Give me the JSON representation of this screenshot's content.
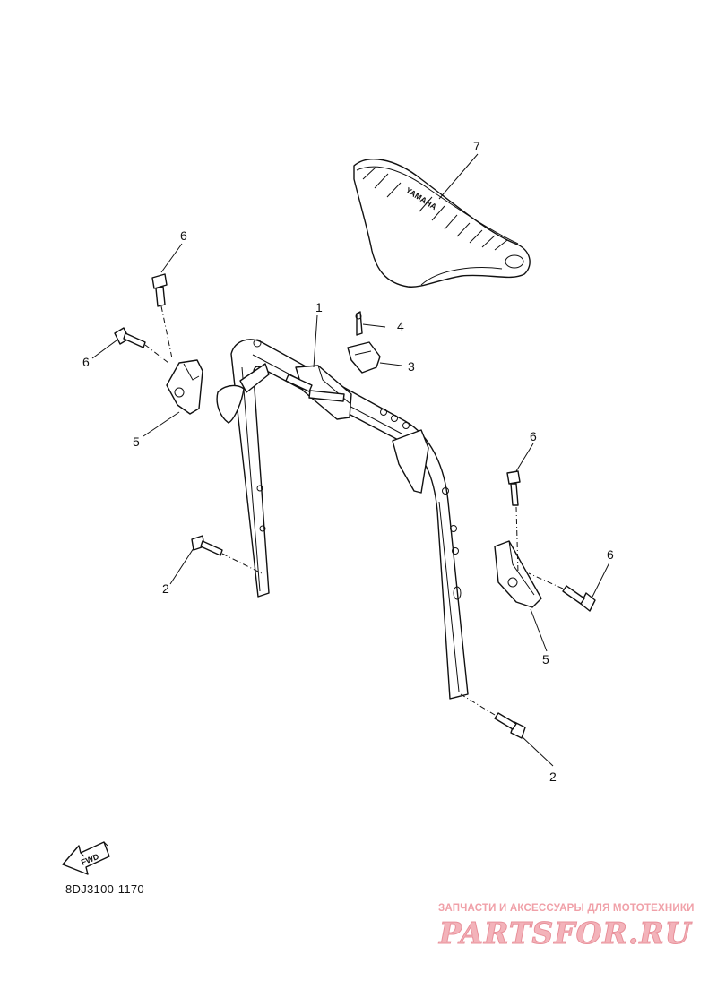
{
  "callouts": {
    "c1": "1",
    "c2a": "2",
    "c2b": "2",
    "c3": "3",
    "c4": "4",
    "c5a": "5",
    "c5b": "5",
    "c6a": "6",
    "c6b": "6",
    "c6c": "6",
    "c6d": "6",
    "c7": "7"
  },
  "fwd_label": "FWD",
  "pad_text": "YAMAHA",
  "catalog_code": "8DJ3100-1170",
  "watermark": {
    "tagline": "ЗАПЧАСТИ И АКСЕССУАРЫ ДЛЯ МОТОТЕХНИКИ",
    "logo": "PARTSFOR.RU"
  },
  "colors": {
    "line": "#111111",
    "watermark": "#f3b3ba"
  }
}
